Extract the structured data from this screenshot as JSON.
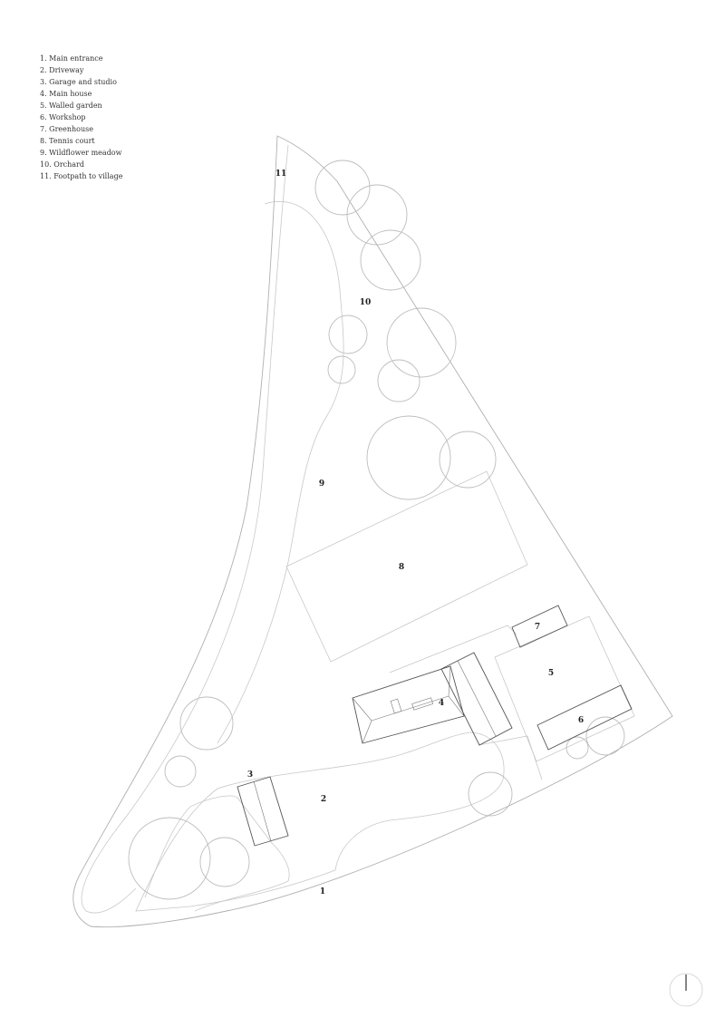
{
  "legend": {
    "items": [
      "1. Main entrance",
      "2. Driveway",
      "3. Garage and studio",
      "4. Main house",
      "5. Walled garden",
      "6. Workshop",
      "7. Greenhouse",
      "8. Tennis court",
      "9. Wildflower meadow",
      "10. Orchard",
      "11. Footpath to village"
    ]
  },
  "labels": {
    "l1": "1",
    "l2": "2",
    "l3": "3",
    "l4": "4",
    "l5": "5",
    "l6": "6",
    "l7": "7",
    "l8": "8",
    "l9": "9",
    "l10": "10",
    "l11": "11"
  },
  "colors": {
    "background": "#ffffff",
    "linework": "#b0b0b0",
    "buildings": "#555555",
    "text": "#222222"
  },
  "icons": {
    "north": "north-arrow-icon"
  }
}
